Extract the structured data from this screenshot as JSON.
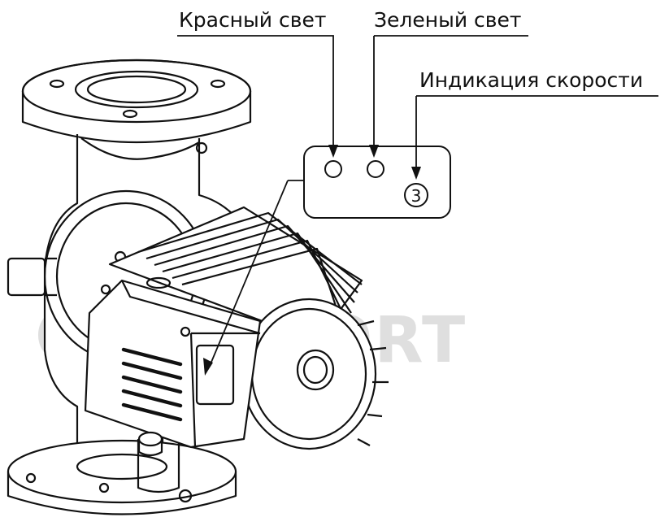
{
  "labels": {
    "red_light": "Красный свет",
    "green_light": "Зеленый свет",
    "speed_indicator": "Индикация скорости"
  },
  "indicator_panel": {
    "speed_digit": "3"
  },
  "watermark": {
    "text": "KOMFORT"
  }
}
